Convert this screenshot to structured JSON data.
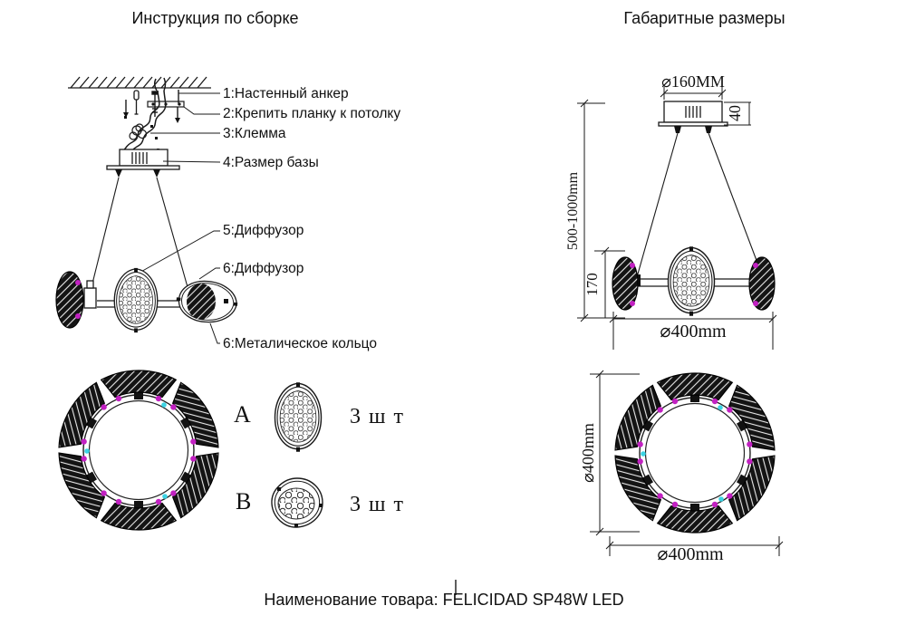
{
  "left_panel": {
    "title": "Инструкция по сборке",
    "callouts": [
      {
        "label": "1:Настенный анкер"
      },
      {
        "label": "2:Крепить планку к потолку"
      },
      {
        "label": "3:Клемма"
      },
      {
        "label": "4:Размер базы"
      },
      {
        "label": "5:Диффузор"
      },
      {
        "label": "6:Диффузор"
      },
      {
        "label": "6:Металическое кольцо"
      }
    ],
    "legend": [
      {
        "variant": "A",
        "qty": "3шт"
      },
      {
        "variant": "B",
        "qty": "3шт"
      }
    ]
  },
  "right_panel": {
    "title": "Габаритные размеры",
    "dimensions": {
      "canopy_diameter": "⌀160MM",
      "canopy_height": "40",
      "suspension_height": "500-1000mm",
      "fixture_height": "170",
      "ring_diameter_side": "⌀400mm",
      "ring_diameter_top_vertical": "⌀400mm",
      "ring_diameter_top_horizontal": "⌀400mm"
    }
  },
  "footer": {
    "product_name": "Наименование товара: FELICIDAD SP48W LED"
  },
  "colors": {
    "line": "#1a1a1a",
    "magenta": "#c221c2",
    "cyan": "#3cd3e3"
  }
}
